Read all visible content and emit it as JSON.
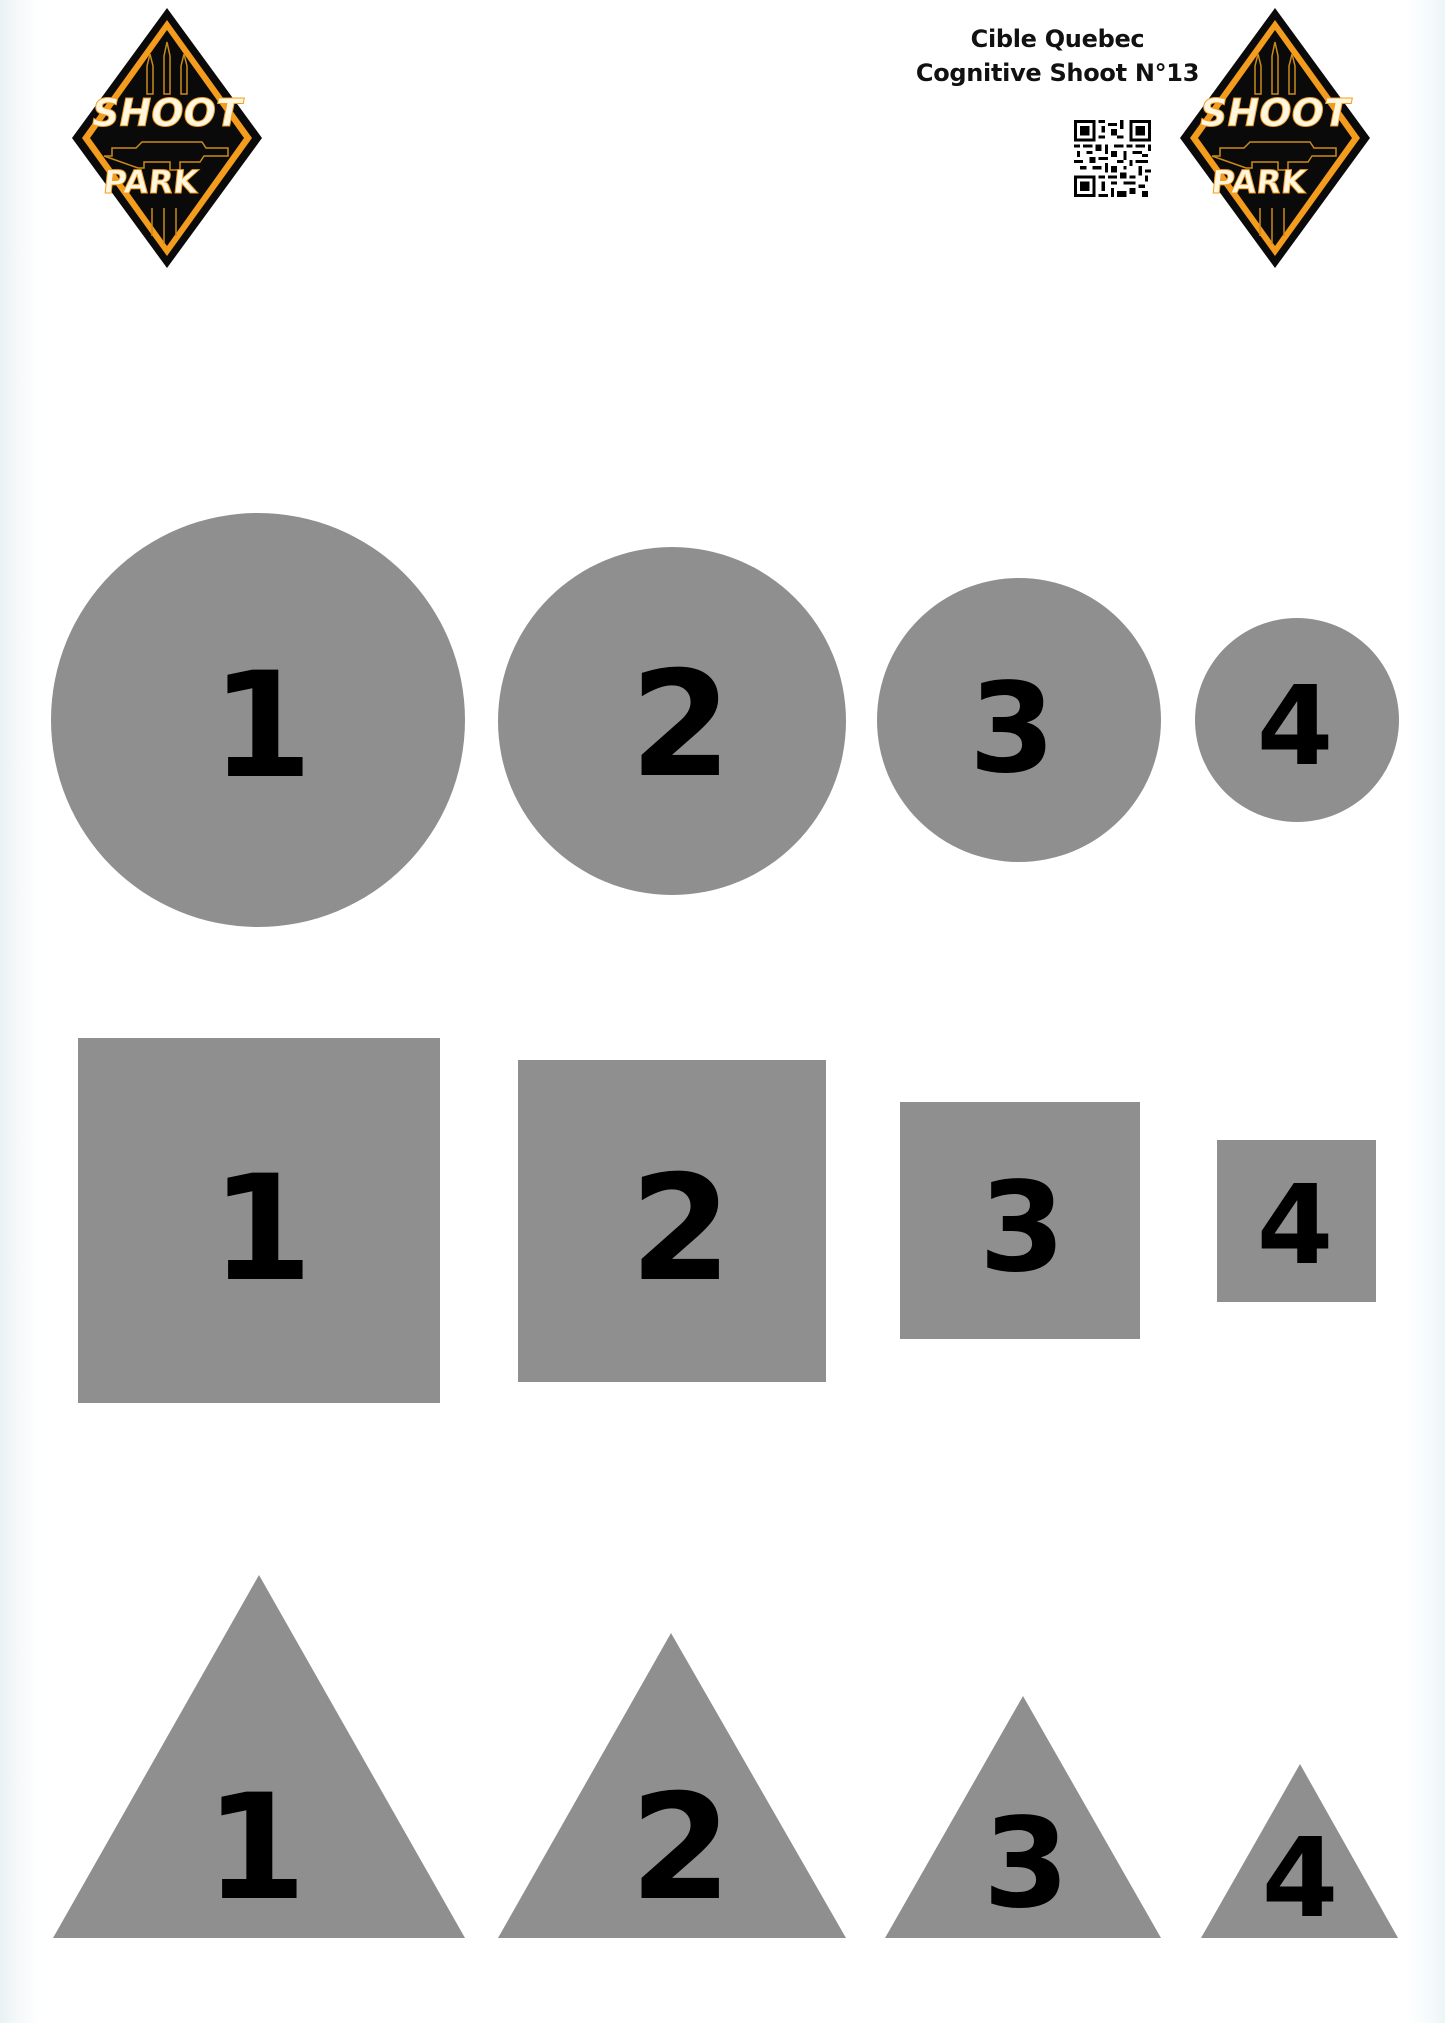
{
  "header": {
    "title_line1": "Cible Quebec",
    "title_line2": "Cognitive Shoot N°13",
    "logo_text_top": "SHOOT",
    "logo_text_bottom": "PARK",
    "logo_colors": {
      "orange": "#f39c1e",
      "black": "#0a0a0a",
      "text": "#fff6e0"
    },
    "qr_code": "qr-code-icon"
  },
  "colors": {
    "shape_fill": "#8f8f8f",
    "number_color": "#000000",
    "background": "#ffffff"
  },
  "targets": {
    "circles": [
      {
        "label": "1"
      },
      {
        "label": "2"
      },
      {
        "label": "3"
      },
      {
        "label": "4"
      }
    ],
    "squares": [
      {
        "label": "1"
      },
      {
        "label": "2"
      },
      {
        "label": "3"
      },
      {
        "label": "4"
      }
    ],
    "triangles": [
      {
        "label": "1"
      },
      {
        "label": "2"
      },
      {
        "label": "3"
      },
      {
        "label": "4"
      }
    ]
  }
}
